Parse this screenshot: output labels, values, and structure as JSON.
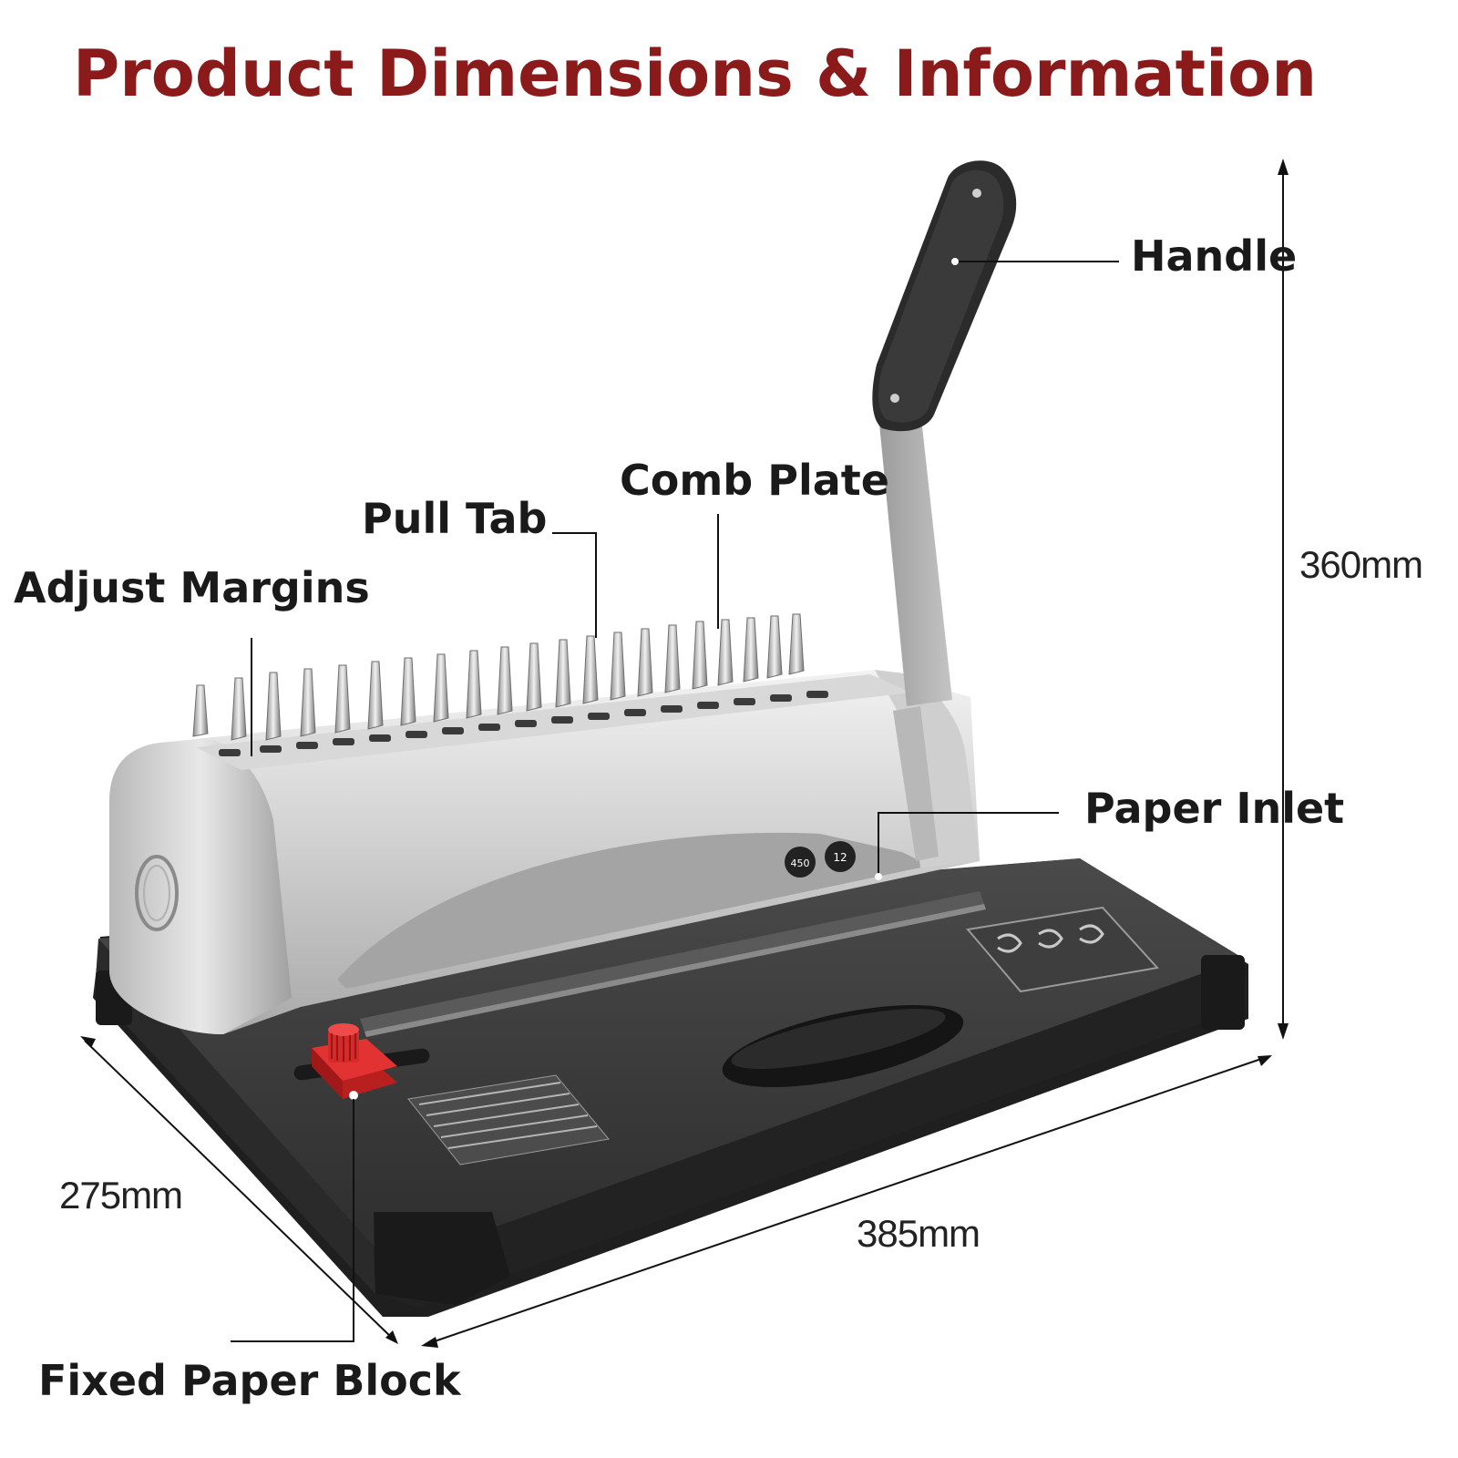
{
  "title": "Product Dimensions & Information",
  "parts": {
    "handle": "Handle",
    "comb_plate": "Comb Plate",
    "pull_tab": "Pull Tab",
    "adjust_margins": "Adjust Margins",
    "paper_inlet": "Paper Inlet",
    "fixed_paper_block": "Fixed Paper Block"
  },
  "dimensions": {
    "height": "360mm",
    "depth": "275mm",
    "width": "385mm"
  },
  "device_markings": {
    "left_badge": "450",
    "right_badge": "12"
  },
  "colors": {
    "title": "#8b1a1a",
    "body_silver": "#c9c9c9",
    "base_dark": "#3a3a3a",
    "knob_red": "#d42a2a"
  }
}
